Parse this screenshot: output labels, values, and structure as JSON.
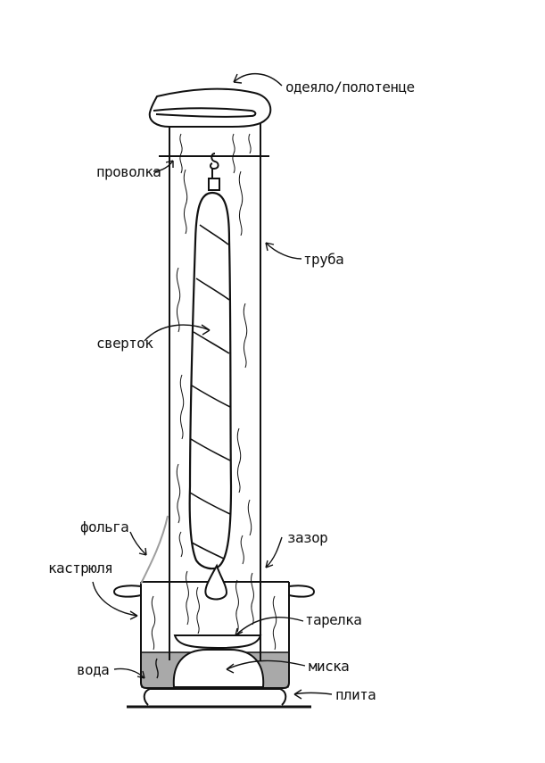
{
  "labels": {
    "blanket": "одеяло/полотенце",
    "wire": "проволка",
    "pipe": "труба",
    "bundle": "сверток",
    "foil": "фольга",
    "gap": "зазор",
    "pot": "кастрюля",
    "plate": "тарелка",
    "water": "вода",
    "bowl": "миска",
    "stove": "плита"
  },
  "colors": {
    "line": "#111111",
    "water": "#a9a9a9",
    "foil": "#9e9e9e",
    "background": "#ffffff"
  }
}
